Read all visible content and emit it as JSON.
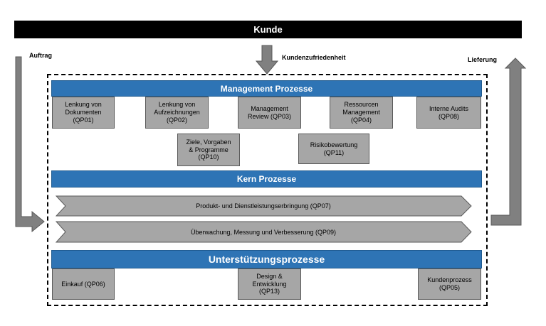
{
  "header": {
    "kunde": "Kunde"
  },
  "labels": {
    "auftrag": "Auftrag",
    "kundenzufriedenheit": "Kundenzufriedenheit",
    "lieferung": "Lieferung"
  },
  "management": {
    "title": "Management Prozesse",
    "boxes": [
      {
        "lines": [
          "Lenkung von",
          "Dokumenten",
          "(QP01)"
        ]
      },
      {
        "lines": [
          "Lenkung von",
          "Aufzeichnungen",
          "(QP02)"
        ]
      },
      {
        "lines": [
          "Management",
          "Review (QP03)"
        ]
      },
      {
        "lines": [
          "Ressourcen",
          "Management",
          "(QP04)"
        ]
      },
      {
        "lines": [
          "Interne Audits",
          "(QP08)"
        ]
      },
      {
        "lines": [
          "Ziele, Vorgaben",
          "& Programme",
          "(QP10)"
        ]
      },
      {
        "lines": [
          "Risikobewertung",
          "(QP11)"
        ]
      }
    ]
  },
  "kern": {
    "title": "Kern Prozesse",
    "chevrons": [
      "Produkt- und Dienstleistungserbringung (QP07)",
      "Überwachung, Messung und Verbesserung (QP09)"
    ]
  },
  "support": {
    "title": "Unterstützungsprozesse",
    "boxes": [
      {
        "lines": [
          "Einkauf (QP06)"
        ]
      },
      {
        "lines": [
          "Design &",
          "Entwicklung",
          "(QP13)"
        ]
      },
      {
        "lines": [
          "Kundenprozess",
          "(QP05)"
        ]
      }
    ]
  },
  "colors": {
    "section_blue": "#2e74b5",
    "box_gray": "#a6a6a6",
    "arrow_gray": "#808080"
  }
}
